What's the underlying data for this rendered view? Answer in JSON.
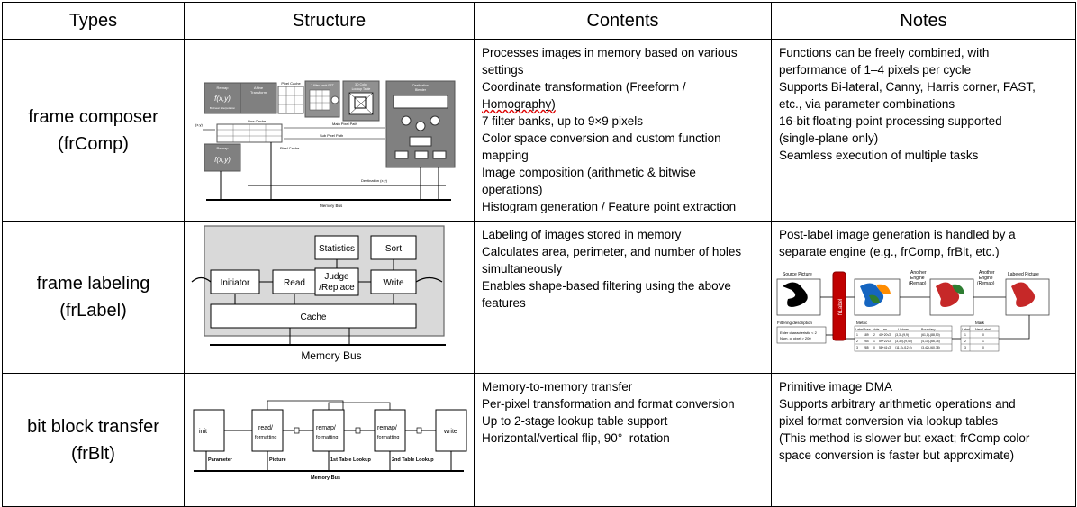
{
  "headers": {
    "types": "Types",
    "structure": "Structure",
    "contents": "Contents",
    "notes": "Notes"
  },
  "rows": [
    {
      "type_name": "frame composer",
      "type_code": "(frComp)",
      "contents": [
        "Processes images in memory based on various",
        "settings",
        "Coordinate transformation (Freeform /",
        "Homography)",
        "7 filter banks, up to 9×9 pixels",
        "Color space conversion and custom function",
        "mapping",
        "Image composition (arithmetic & bitwise",
        "operations)",
        "Histogram generation / Feature point extraction"
      ],
      "notes": [
        "Functions can be freely combined, with",
        "performance of 1–4 pixels per cycle",
        "Supports Bi-lateral, Canny, Harris corner, FAST,",
        "etc., via parameter combinations",
        "16-bit floating-point processing supported",
        "(single-plane only)",
        "Seamless execution of multiple tasks"
      ],
      "diagram": {
        "remap": "Remap",
        "fxy": "f(x,y)",
        "bilinear": "Bi-linear interpolation",
        "affine": "Affine",
        "transform": "Transform",
        "pixel_cache": "Pixel Cache",
        "filter_fft": "7 filter bank FFT",
        "lut_3d": "3D Color",
        "lookup_table": "Lookup Table",
        "destination": "Destination",
        "blender": "Blender",
        "xy": "(x,y)",
        "line_cache": "Line Cache",
        "main_pixel_path": "Main Pixel Path",
        "sub_pixel_path": "Sub Pixel Path",
        "dest_xy": "Destination (x,y)",
        "memory_bus": "Memory Bus"
      }
    },
    {
      "type_name": "frame labeling",
      "type_code": "(frLabel)",
      "contents": [
        "Labeling of images stored in memory",
        "Calculates area, perimeter, and number of holes",
        "simultaneously",
        "Enables shape-based filtering using the above",
        "features"
      ],
      "notes": [
        "Post-label image generation is handled by a",
        "separate engine (e.g., frComp, frBlt, etc.)"
      ],
      "diagram": {
        "statistics": "Statistics",
        "sort": "Sort",
        "initiator": "Initiator",
        "read": "Read",
        "judge": "Judge",
        "replace": "/Replace",
        "write": "Write",
        "cache": "Cache",
        "memory_bus": "Memory Bus"
      },
      "notes_diagram": {
        "source_picture": "Source Picture",
        "frlabel": "frLabel",
        "another_engine": "Another",
        "engine": "Engine",
        "remap": "(Remap)",
        "labeled_picture": "Labeled Picture",
        "filtering_description": "Filtering description",
        "euler": "Euler characteristic < 2",
        "num_pixel": "Num. of pixel > 200",
        "metric": "Metric",
        "mark": "Mark",
        "metric_headers": [
          "Label",
          "Area",
          "Hole",
          "Len",
          "L/Norm",
          "Boundary"
        ],
        "metric_rows": [
          [
            "1",
            "189",
            "2",
            "40+20√2",
            "(3,3)-(9,9)",
            "(61,1)-(88,50)"
          ],
          [
            "2",
            "254",
            "1",
            "59+22√2",
            "(3,30)-(9,40)",
            "(4,10)-(66,75)"
          ],
          [
            "3",
            "285",
            "0",
            "58+41√2",
            "(11,3)-(12,6)",
            "(3,42)-(60,78)"
          ]
        ],
        "mark_headers": [
          "Label",
          "New Label"
        ],
        "mark_rows": [
          [
            "1",
            "0"
          ],
          [
            "2",
            "1"
          ],
          [
            "3",
            "0"
          ]
        ]
      }
    },
    {
      "type_name": "bit block transfer",
      "type_code": "(frBlt)",
      "contents": [
        "Memory-to-memory transfer",
        "Per-pixel transformation and format conversion",
        "Up to 2-stage lookup table support",
        "Horizontal/vertical flip, 90°  rotation"
      ],
      "notes": [
        "Primitive image DMA",
        "Supports arbitrary arithmetic operations and",
        "pixel format conversion via lookup tables",
        "(This method is slower but exact; frComp color",
        "space conversion is faster but approximate)"
      ],
      "diagram": {
        "init": "init",
        "read_fmt": "read/",
        "remap": "remap/",
        "formatting": "formatting",
        "write": "write",
        "parameter": "Parameter",
        "picture": "Picture",
        "table1": "1st Table Lookup",
        "table2": "2nd Table Lookup",
        "memory_bus": "Memory Bus"
      }
    }
  ],
  "colors": {
    "border": "#000000",
    "diagram_dark": "#7f7f7f",
    "diagram_bg": "#d9d9d9",
    "label_red": "#c00000"
  }
}
